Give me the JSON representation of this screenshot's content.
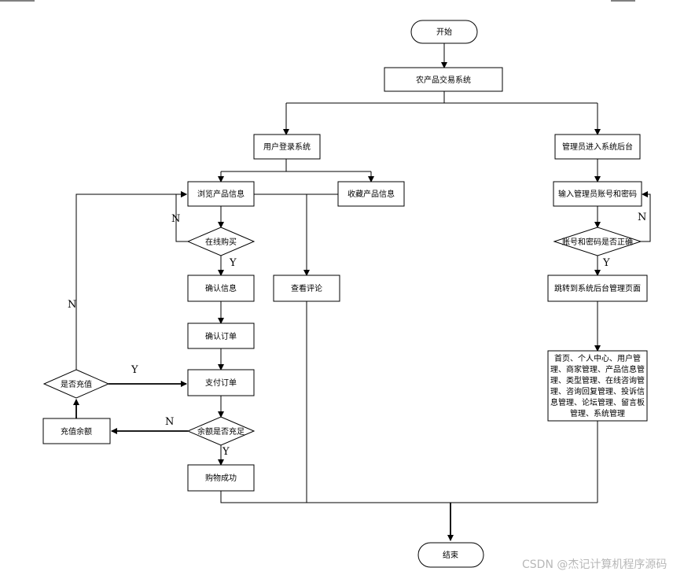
{
  "nodes": {
    "start": "开始",
    "system": "农产品交易系统",
    "user_login": "用户登录系统",
    "admin_enter": "管理员进入系统后台",
    "browse": "浏览产品信息",
    "favorite": "收藏产品信息",
    "input_credentials": "输入管理员账号和密码",
    "online_buy": "在线购买",
    "credentials_check": "账号和密码是否正确",
    "confirm_info": "确认信息",
    "view_comments": "查看评论",
    "jump_admin": "跳转到系统后台管理页面",
    "confirm_order": "确认订单",
    "is_recharge": "是否充值",
    "pay_order": "支付订单",
    "recharge_balance": "充值余额",
    "balance_check": "余额是否充足",
    "purchase_success": "购物成功",
    "end": "结束",
    "admin_modules": [
      "首页、个人中心、用户管",
      "理、商家管理、产品信息管",
      "理、类型管理、在线咨询管",
      "理、咨询回复管理、投诉信",
      "息管理、论坛管理、留言板",
      "管理、系统管理"
    ]
  },
  "edge_labels": {
    "buy_no": "N",
    "buy_yes": "Y",
    "cred_no": "N",
    "cred_yes": "Y",
    "recharge_no": "N",
    "recharge_yes": "Y",
    "balance_no": "N",
    "balance_yes": "Y"
  },
  "watermark": "CSDN @杰记计算机程序源码"
}
